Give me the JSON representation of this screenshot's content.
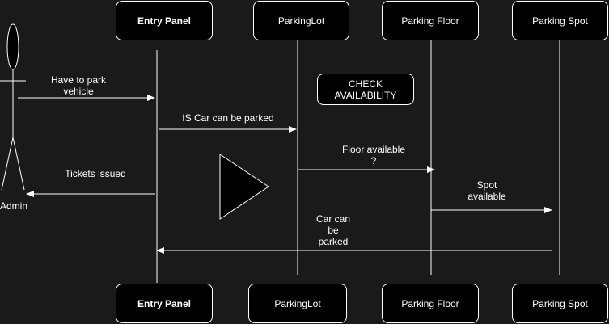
{
  "participants": {
    "entry_panel": "Entry Panel",
    "parking_lot": "ParkingLot",
    "parking_floor": "Parking Floor",
    "parking_spot": "Parking Spot"
  },
  "actor": {
    "label": "Admin"
  },
  "messages": {
    "m1": [
      "Have to park",
      "vehicle"
    ],
    "m2": "IS Car can be parked",
    "m3": [
      "Floor available",
      "?"
    ],
    "m4": [
      "Spot",
      "available"
    ],
    "m5": [
      "Car can",
      "be",
      "parked"
    ],
    "m6": "Tickets issued"
  },
  "note": [
    "CHECK",
    "AVAILABILITY"
  ]
}
